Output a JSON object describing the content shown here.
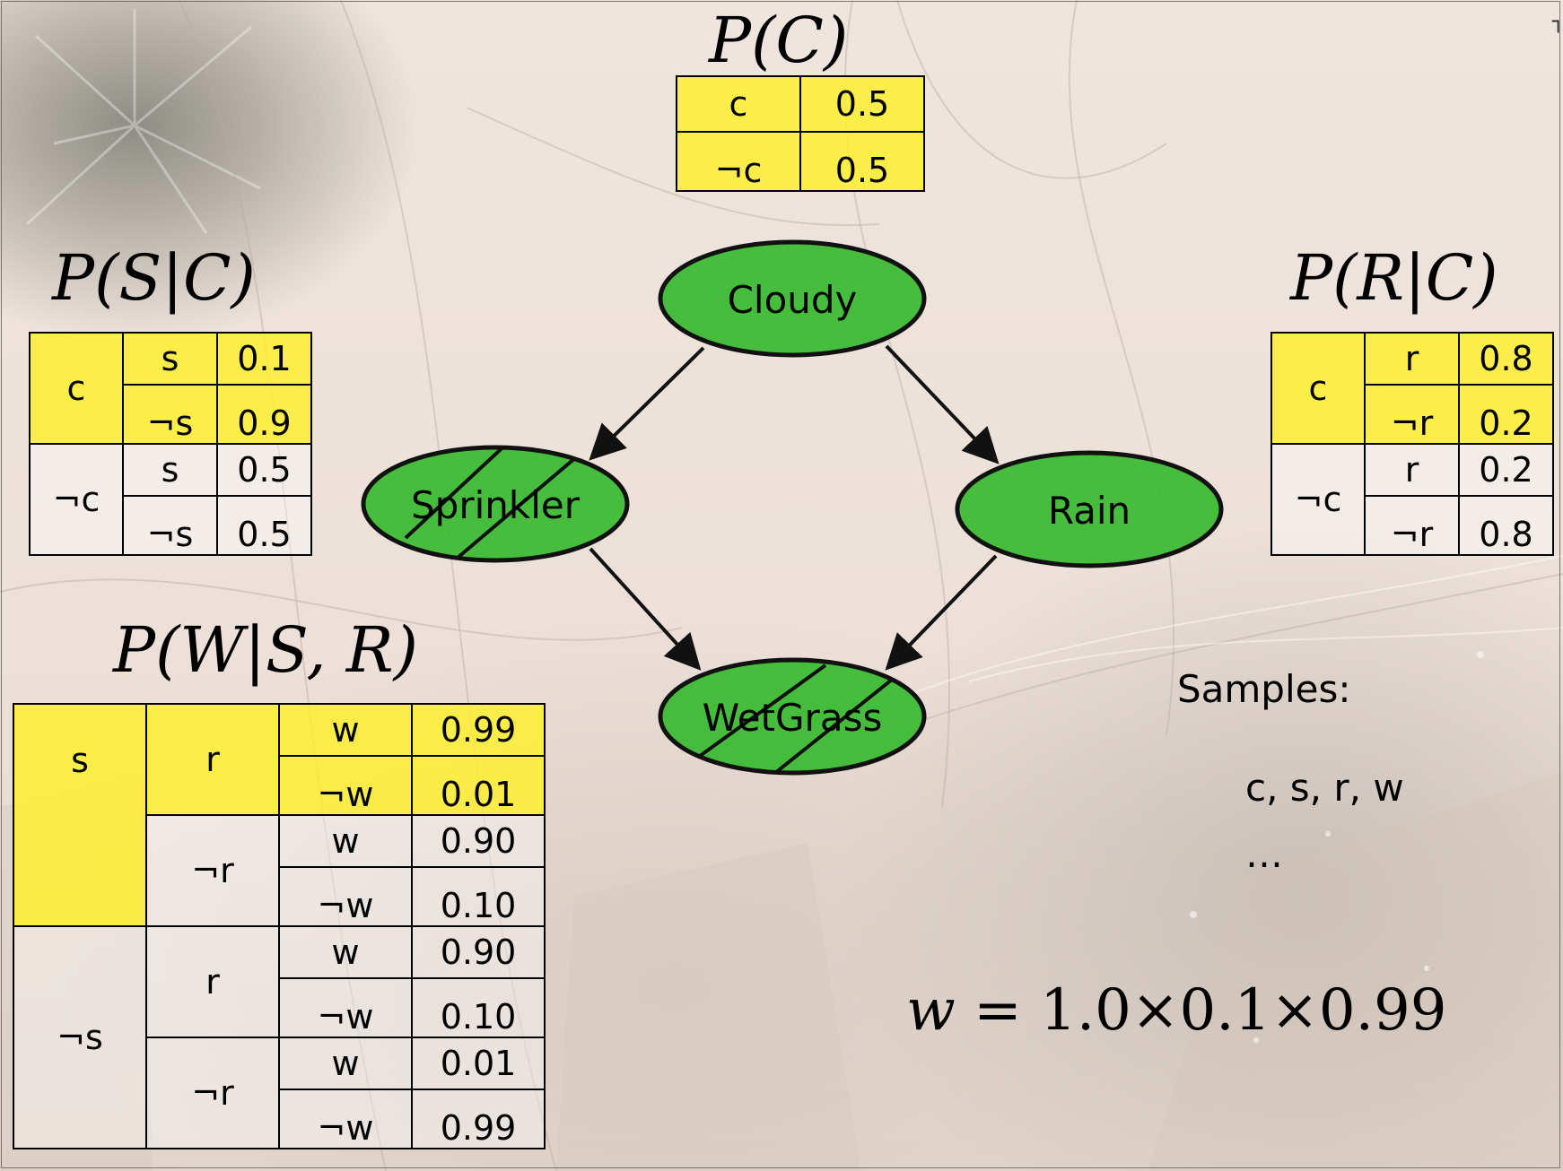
{
  "tables": {
    "pc": {
      "title": "P(C)",
      "rows": [
        {
          "label": "c",
          "value": "0.5"
        },
        {
          "label": "¬c",
          "value": "0.5"
        }
      ]
    },
    "psc": {
      "title": "P(S|C)",
      "groups": [
        {
          "parent": "c",
          "rows": [
            {
              "label": "s",
              "value": "0.1"
            },
            {
              "label": "¬s",
              "value": "0.9"
            }
          ]
        },
        {
          "parent": "¬c",
          "rows": [
            {
              "label": "s",
              "value": "0.5"
            },
            {
              "label": "¬s",
              "value": "0.5"
            }
          ]
        }
      ]
    },
    "prc": {
      "title": "P(R|C)",
      "groups": [
        {
          "parent": "c",
          "rows": [
            {
              "label": "r",
              "value": "0.8"
            },
            {
              "label": "¬r",
              "value": "0.2"
            }
          ]
        },
        {
          "parent": "¬c",
          "rows": [
            {
              "label": "r",
              "value": "0.2"
            },
            {
              "label": "¬r",
              "value": "0.8"
            }
          ]
        }
      ]
    },
    "pwsr": {
      "title": "P(W|S, R)",
      "groups": [
        {
          "s": "s",
          "subgroups": [
            {
              "r": "r",
              "rows": [
                {
                  "label": "w",
                  "value": "0.99"
                },
                {
                  "label": "¬w",
                  "value": "0.01"
                }
              ]
            },
            {
              "r": "¬r",
              "rows": [
                {
                  "label": "w",
                  "value": "0.90"
                },
                {
                  "label": "¬w",
                  "value": "0.10"
                }
              ]
            }
          ]
        },
        {
          "s": "¬s",
          "subgroups": [
            {
              "r": "r",
              "rows": [
                {
                  "label": "w",
                  "value": "0.90"
                },
                {
                  "label": "¬w",
                  "value": "0.10"
                }
              ]
            },
            {
              "r": "¬r",
              "rows": [
                {
                  "label": "w",
                  "value": "0.01"
                },
                {
                  "label": "¬w",
                  "value": "0.99"
                }
              ]
            }
          ]
        }
      ]
    }
  },
  "network": {
    "nodes": {
      "cloudy": {
        "label": "Cloudy"
      },
      "sprinkler": {
        "label": "Sprinkler"
      },
      "rain": {
        "label": "Rain"
      },
      "wetgrass": {
        "label": "WetGrass"
      }
    },
    "node_color": "#3dbb35",
    "highlight_color": "#fff028"
  },
  "samples": {
    "heading": "Samples:",
    "line": "c, s, r, w",
    "more": "…"
  },
  "weight": {
    "var": "w",
    "eq": "=",
    "expr": "1.0×0.1×0.99"
  }
}
